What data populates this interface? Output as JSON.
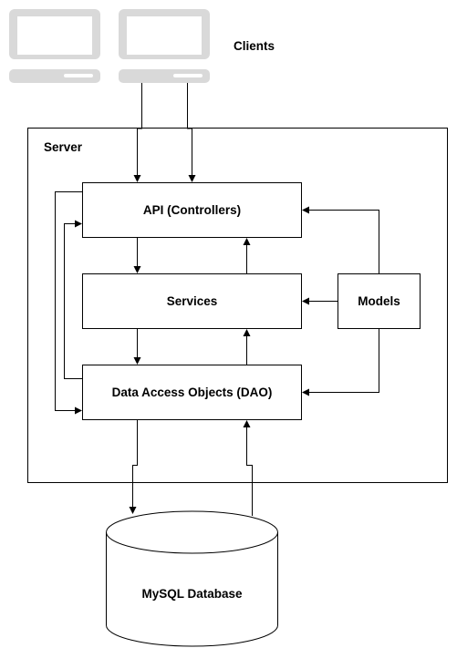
{
  "clients": {
    "label": "Clients",
    "icon": "desktop-computer-icon",
    "icon_color": "#d9d9d9",
    "icon_detail_color": "#ffffff"
  },
  "server": {
    "label": "Server"
  },
  "layers": {
    "api": "API (Controllers)",
    "services": "Services",
    "dao": "Data Access Objects (DAO)",
    "models": "Models"
  },
  "database": {
    "label": "MySQL Database"
  },
  "colors": {
    "stroke": "#000000",
    "fill": "#ffffff",
    "icon": "#d9d9d9"
  }
}
